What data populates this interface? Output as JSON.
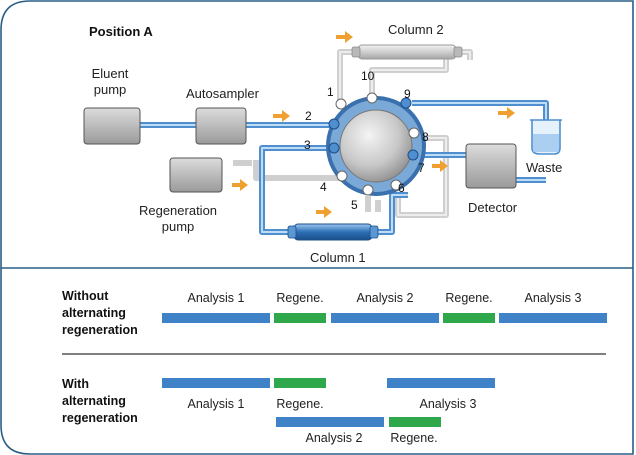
{
  "diagram": {
    "title": "Position A",
    "components": {
      "eluent_pump": "Eluent\npump",
      "autosampler": "Autosampler",
      "regeneration_pump": "Regeneration\npump",
      "column1": "Column 1",
      "column2": "Column 2",
      "detector": "Detector",
      "waste": "Waste"
    },
    "ports": [
      "1",
      "2",
      "3",
      "4",
      "5",
      "6",
      "7",
      "8",
      "9",
      "10"
    ]
  },
  "timeline": {
    "rows": [
      {
        "label": "Without\nalternating\nregeneration",
        "bars": [
          {
            "label": "Analysis 1",
            "type": "analysis"
          },
          {
            "label": "Regene.",
            "type": "regeneration"
          },
          {
            "label": "Analysis 2",
            "type": "analysis"
          },
          {
            "label": "Regene.",
            "type": "regeneration"
          },
          {
            "label": "Analysis 3",
            "type": "analysis"
          }
        ]
      },
      {
        "label": "With\nalternating\nregeneration",
        "bars": [
          {
            "label": "Analysis 1",
            "type": "analysis"
          },
          {
            "label": "Regene.",
            "type": "regeneration"
          },
          {
            "label": "Analysis 2",
            "type": "analysis"
          },
          {
            "label": "Analysis 3",
            "type": "analysis"
          },
          {
            "label": "Regene.",
            "type": "regeneration"
          }
        ]
      }
    ]
  },
  "colors": {
    "analysis": "#3f82c8",
    "regeneration": "#2ea84a",
    "flow_arrow": "#f0a030",
    "tubing": "#4f8fcf",
    "frame": "#2a5e86"
  }
}
